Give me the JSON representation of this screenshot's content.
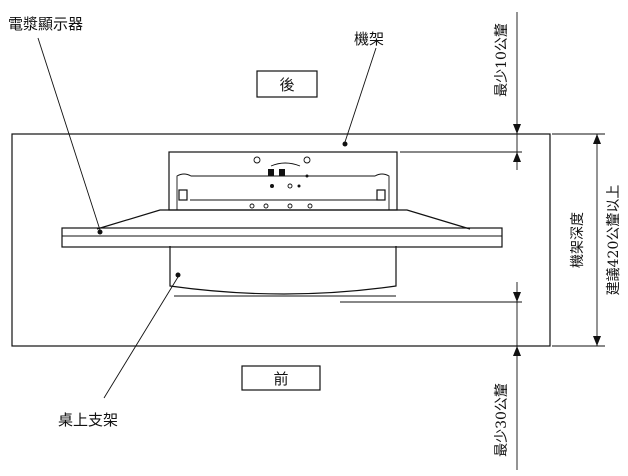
{
  "labels": {
    "monitor": "電漿顯示器",
    "rack": "機架",
    "back": "後",
    "front": "前",
    "stand": "桌上支架",
    "min_back": "最少10公釐",
    "min_front": "最少30公釐",
    "depth_title": "機架深度",
    "depth_value": "建議420公釐以上"
  }
}
